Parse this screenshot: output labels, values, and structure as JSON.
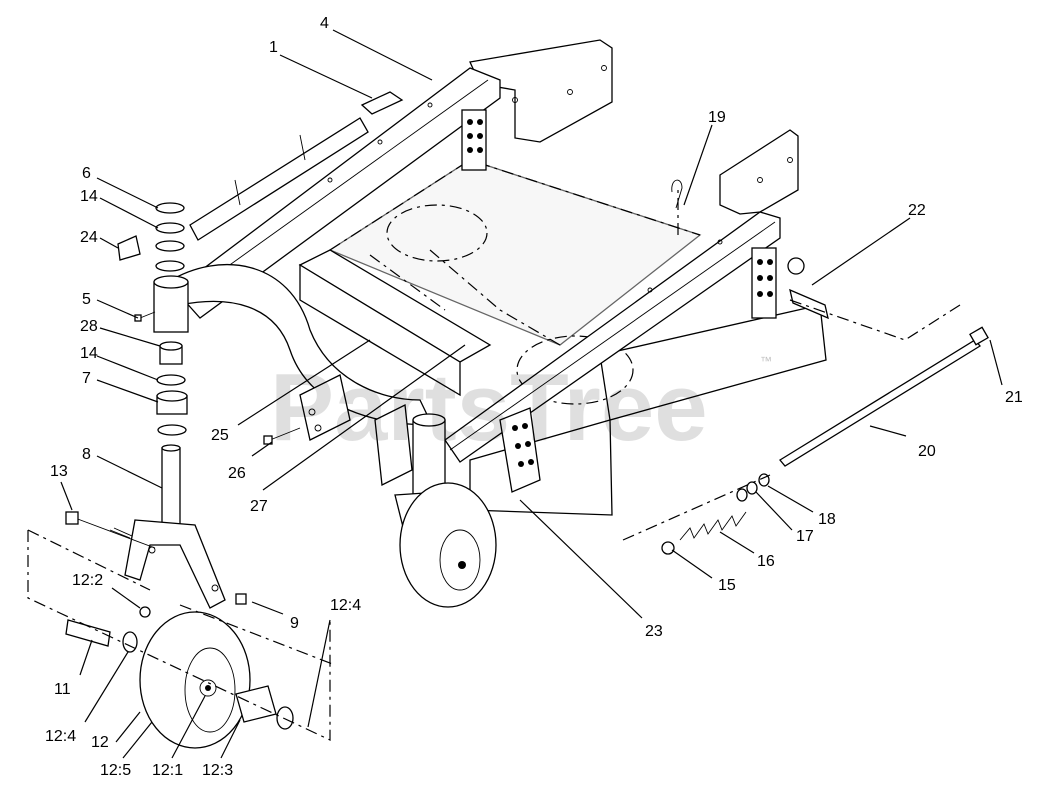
{
  "watermark": "PartsTree",
  "watermark_mark": "™",
  "callouts": [
    {
      "id": "c1",
      "label": "1"
    },
    {
      "id": "c4",
      "label": "4"
    },
    {
      "id": "c6",
      "label": "6"
    },
    {
      "id": "c14a",
      "label": "14"
    },
    {
      "id": "c24",
      "label": "24"
    },
    {
      "id": "c5",
      "label": "5"
    },
    {
      "id": "c28",
      "label": "28"
    },
    {
      "id": "c14b",
      "label": "14"
    },
    {
      "id": "c7",
      "label": "7"
    },
    {
      "id": "c8",
      "label": "8"
    },
    {
      "id": "c13",
      "label": "13"
    },
    {
      "id": "c12-2",
      "label": "12:2"
    },
    {
      "id": "c11",
      "label": "11"
    },
    {
      "id": "c12-4a",
      "label": "12:4"
    },
    {
      "id": "c12",
      "label": "12"
    },
    {
      "id": "c12-5",
      "label": "12:5"
    },
    {
      "id": "c12-1",
      "label": "12:1"
    },
    {
      "id": "c12-3",
      "label": "12:3"
    },
    {
      "id": "c12-4b",
      "label": "12:4"
    },
    {
      "id": "c9",
      "label": "9"
    },
    {
      "id": "c25",
      "label": "25"
    },
    {
      "id": "c26",
      "label": "26"
    },
    {
      "id": "c27",
      "label": "27"
    },
    {
      "id": "c19",
      "label": "19"
    },
    {
      "id": "c22",
      "label": "22"
    },
    {
      "id": "c21",
      "label": "21"
    },
    {
      "id": "c20",
      "label": "20"
    },
    {
      "id": "c18",
      "label": "18"
    },
    {
      "id": "c17",
      "label": "17"
    },
    {
      "id": "c16",
      "label": "16"
    },
    {
      "id": "c15",
      "label": "15"
    },
    {
      "id": "c23",
      "label": "23"
    }
  ]
}
